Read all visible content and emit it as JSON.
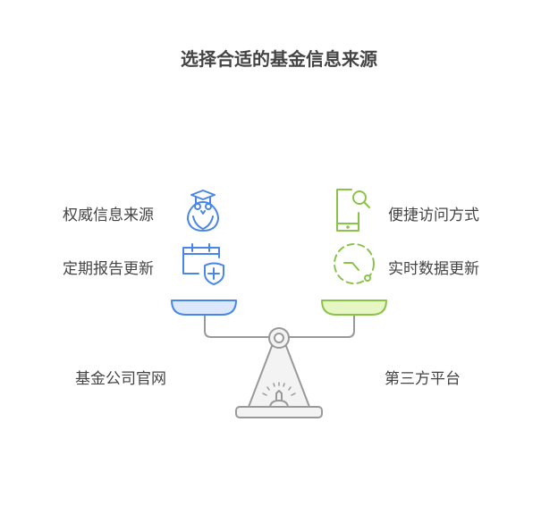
{
  "title": "选择合适的基金信息来源",
  "left": {
    "features": [
      "权威信息来源",
      "定期报告更新"
    ],
    "label": "基金公司官网",
    "color": "#4a86e8"
  },
  "right": {
    "features": [
      "便捷访问方式",
      "实时数据更新"
    ],
    "label": "第三方平台",
    "color": "#8bc34a"
  },
  "icons": [
    "owl-graduate-icon",
    "calendar-shield-icon",
    "phone-search-icon",
    "dashed-clock-icon"
  ]
}
